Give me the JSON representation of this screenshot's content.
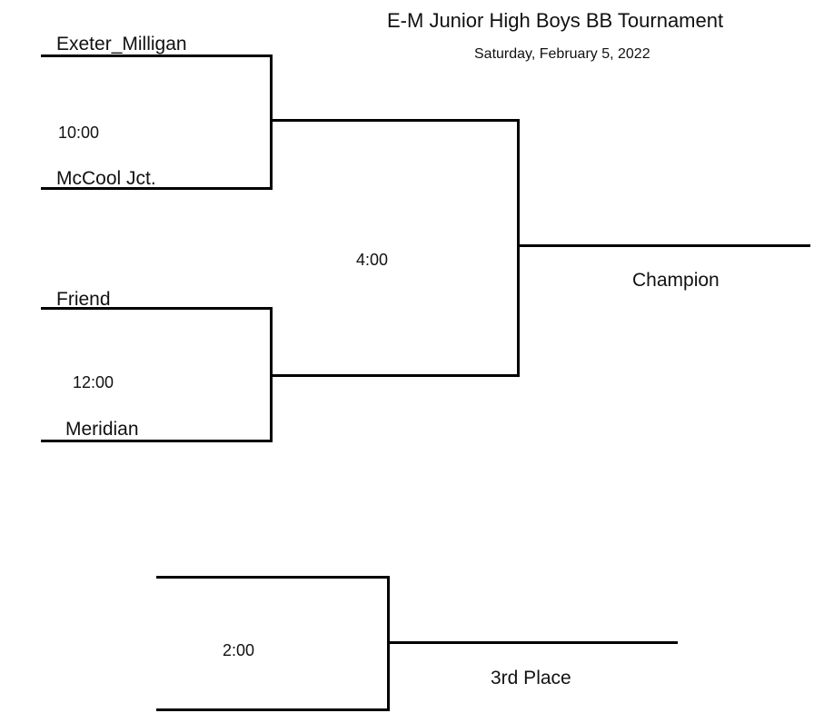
{
  "header": {
    "title": "E-M Junior High Boys BB Tournament",
    "subtitle": "Saturday, February 5, 2022"
  },
  "round1": [
    {
      "team_top": "Exeter_Milligan",
      "time": "10:00",
      "team_bottom": "McCool Jct."
    },
    {
      "team_top": "Friend",
      "time": "12:00",
      "team_bottom": "Meridian"
    }
  ],
  "final": {
    "time": "4:00",
    "result_label": "Champion"
  },
  "third_place": {
    "time": "2:00",
    "result_label": "3rd Place"
  }
}
